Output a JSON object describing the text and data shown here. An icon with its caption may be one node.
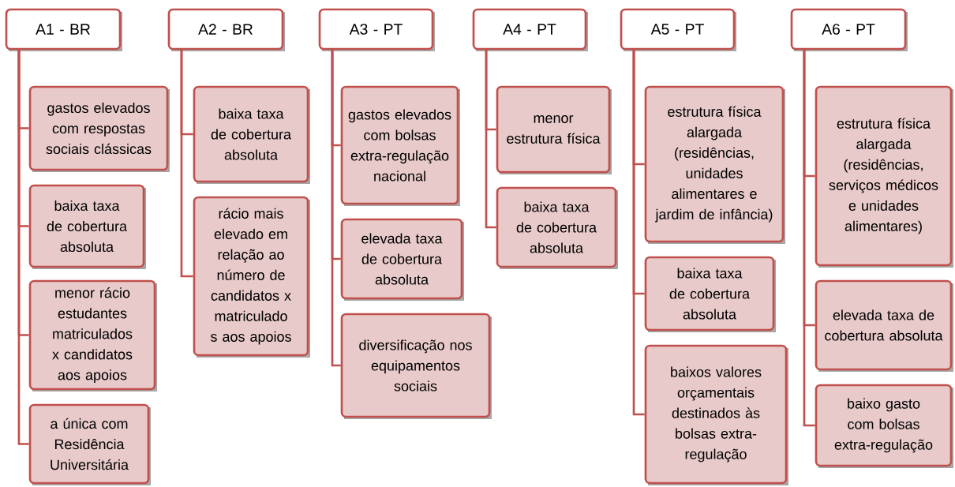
{
  "diagram": {
    "nodes": [
      {
        "text": [
          "A1 - BR"
        ]
      },
      {
        "text": [
          "gastos elevados com respostas sociais clássicas"
        ]
      },
      {
        "text": [
          "baixa taxa de cobertura absoluta"
        ]
      },
      {
        "text": [
          "menor rácio estudantes matriculados x candidatos aos apoios"
        ]
      },
      {
        "text": [
          "a única com Residência Universitária"
        ]
      },
      {
        "text": [
          "A2 - BR"
        ]
      },
      {
        "text": [
          "baixa taxa de cobertura absoluta"
        ]
      },
      {
        "text": [
          "rácio mais elevado em relação ao número de candidatos x matriculado s aos apoios"
        ]
      },
      {
        "text": [
          "A3 - PT"
        ]
      },
      {
        "text": [
          "gastos elevados com bolsas extra-regulação nacional"
        ]
      },
      {
        "text": [
          "elevada taxa de cobertura absoluta"
        ]
      },
      {
        "text": [
          "diversificação nos equipamentos sociais"
        ]
      },
      {
        "text": [
          "A4 - PT"
        ]
      },
      {
        "text": [
          "menor estrutura física"
        ]
      },
      {
        "text": [
          "baixa taxa de cobertura absoluta"
        ]
      },
      {
        "text": [
          "A5 - PT"
        ]
      },
      {
        "text": [
          "estrutura física alargada (residências, unidades alimentares e jardim de infância)"
        ]
      },
      {
        "text": [
          "baixa taxa de cobertura absoluta"
        ]
      },
      {
        "text": [
          "baixos valores orçamentais destinados às bolsas extra-regulação"
        ]
      },
      {
        "text": [
          "A6 - PT"
        ]
      },
      {
        "text": [
          "estrutura física alargada (residências, serviços médicos e unidades alimentares)"
        ]
      },
      {
        "text": [
          "elevada taxa de cobertura absoluta"
        ]
      },
      {
        "text": [
          "baixo gasto com bolsas extra-regulação"
        ]
      }
    ],
    "edges": [
      {
        "from": 0,
        "to": 1,
        "arrow": "none"
      },
      {
        "from": 0,
        "to": 2,
        "arrow": "none"
      },
      {
        "from": 0,
        "to": 3,
        "arrow": "none"
      },
      {
        "from": 0,
        "to": 4,
        "arrow": "none"
      },
      {
        "from": 5,
        "to": 6,
        "arrow": "none"
      },
      {
        "from": 5,
        "to": 7,
        "arrow": "none"
      },
      {
        "from": 8,
        "to": 9,
        "arrow": "none"
      },
      {
        "from": 8,
        "to": 10,
        "arrow": "none"
      },
      {
        "from": 8,
        "to": 11,
        "arrow": "none"
      },
      {
        "from": 12,
        "to": 13,
        "arrow": "none"
      },
      {
        "from": 12,
        "to": 14,
        "arrow": "none"
      },
      {
        "from": 15,
        "to": 16,
        "arrow": "none"
      },
      {
        "from": 15,
        "to": 17,
        "arrow": "none"
      },
      {
        "from": 15,
        "to": 18,
        "arrow": "none"
      },
      {
        "from": 19,
        "to": 20,
        "arrow": "none"
      },
      {
        "from": 19,
        "to": 21,
        "arrow": "none"
      },
      {
        "from": 19,
        "to": 22,
        "arrow": "none"
      }
    ]
  }
}
